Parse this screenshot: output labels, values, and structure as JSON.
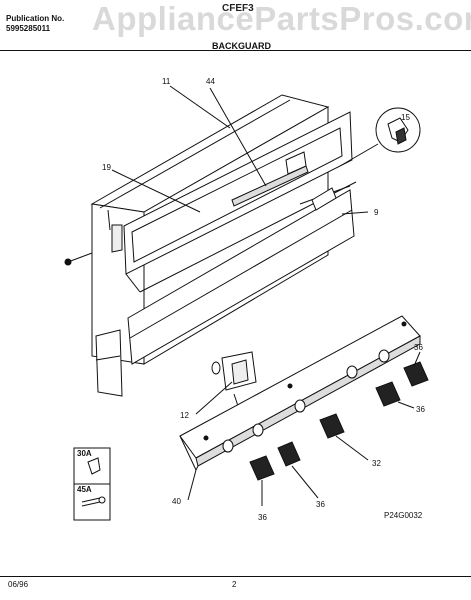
{
  "header": {
    "publication_label": "Publication No.",
    "publication_number": "5995285011",
    "model": "CFEF3",
    "section_title": "BACKGUARD",
    "watermark": "AppliancePartsPros.com"
  },
  "callouts": {
    "c11": "11",
    "c44": "44",
    "c19": "19",
    "c15": "15",
    "c9": "9",
    "c12": "12",
    "c36a": "36",
    "c36b": "36",
    "c36c": "36",
    "c36d": "36",
    "c32": "32",
    "c40": "40",
    "c30a": "30A",
    "c45a": "45A"
  },
  "diagram_code": "P24G0032",
  "footer": {
    "date": "06/96",
    "page": "2"
  }
}
